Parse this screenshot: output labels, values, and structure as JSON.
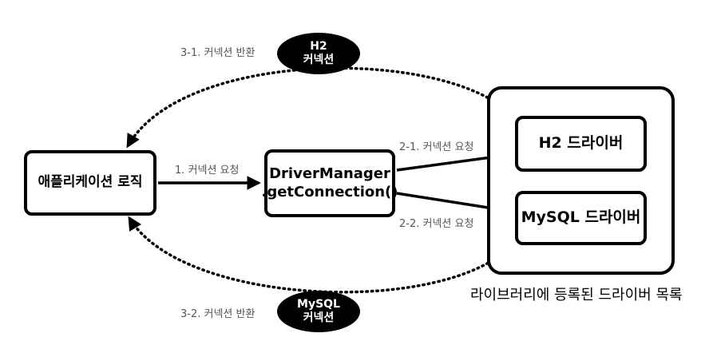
{
  "app_logic": "애플리케이션 로직",
  "driver_manager": {
    "line1": "DriverManager",
    "line2": ".getConnection()"
  },
  "h2_driver": "H2 드라이버",
  "mysql_driver": "MySQL 드라이버",
  "library_caption": "라이브러리에 등록된 드라이버 목록",
  "steps": {
    "request": "1. 커넥션 요청",
    "request_h2": "2-1. 커넥션 요청",
    "request_mysql": "2-2. 커넥션 요청",
    "return_h2": "3-1. 커넥션 반환",
    "return_mysql": "3-2. 커넥션 반환"
  },
  "connections": {
    "h2": {
      "line1": "H2",
      "line2": "커넥션"
    },
    "mysql": {
      "line1": "MySQL",
      "line2": "커넥션"
    }
  }
}
